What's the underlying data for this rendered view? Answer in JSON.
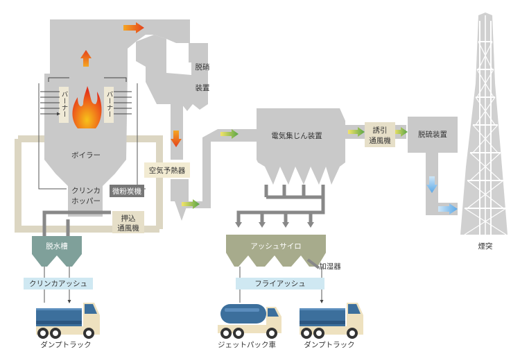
{
  "labels": {
    "boiler": "ボイラー",
    "burner_left": "バーナー",
    "burner_right": "バーナー",
    "denitration_line1": "脱硝",
    "denitration_line2": "装置",
    "air_preheater": "空気予熱器",
    "esp": "電気集じん装置",
    "idf_line1": "誘引",
    "idf_line2": "通風機",
    "desulfurization": "脱硫装置",
    "chimney": "煙突",
    "clinker_hopper_line1": "クリンカ",
    "clinker_hopper_line2": "ホッパー",
    "pulverizer": "微粉炭機",
    "fdf_line1": "押込",
    "fdf_line2": "通風機",
    "dewatering_tank": "脱水槽",
    "clinker_ash": "クリンカアッシュ",
    "ash_silo": "アッシュサイロ",
    "humidifier": "加湿器",
    "fly_ash": "フライアッシュ",
    "dump_truck_left": "ダンプトラック",
    "jet_pack": "ジェットパック車",
    "dump_truck_right": "ダンプトラック"
  },
  "colors": {
    "duct": "#c9c9c9",
    "air_duct": "#dcd6c2",
    "beige_box": "#e6dfc8",
    "dewater": "#7fa09a",
    "silo": "#a7ab8c",
    "ash_band": "#cfe8f2",
    "truck_blue": "#3c6f9c",
    "truck_cream": "#eee1bf",
    "dark_label": "#777777",
    "flame": "#e8411b",
    "arrow_green": "#6aa84f",
    "arrow_blue": "#6fb1e6",
    "arrow_red": "#e4561f"
  }
}
